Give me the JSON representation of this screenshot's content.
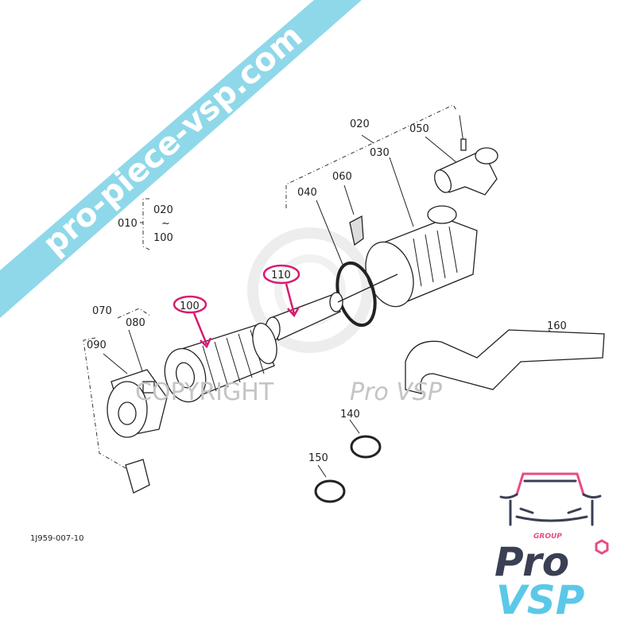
{
  "diagram": {
    "drawing_number": "1J959-007-10",
    "group_bracket": {
      "label": "010",
      "range_start": "020",
      "range_sep": "~",
      "range_end": "100"
    },
    "callouts": [
      "020",
      "050",
      "030",
      "060",
      "040",
      "110",
      "100",
      "070",
      "080",
      "090",
      "160",
      "140",
      "150"
    ],
    "highlighted_callouts": [
      "100",
      "110"
    ],
    "highlight_color": "#d81b72"
  },
  "watermark": {
    "banner_text": "pro-piece-vsp.com",
    "banner_color": "#8fd8ea",
    "copyright_text": "COPYRIGHT",
    "copyright_brand": "Pro VSP"
  },
  "logo": {
    "group": "GROUP",
    "line1": "Pro",
    "line2": "VSP",
    "dark_color": "#3a3f54",
    "light_color": "#5bc8e8",
    "accent_color": "#e94b86"
  }
}
